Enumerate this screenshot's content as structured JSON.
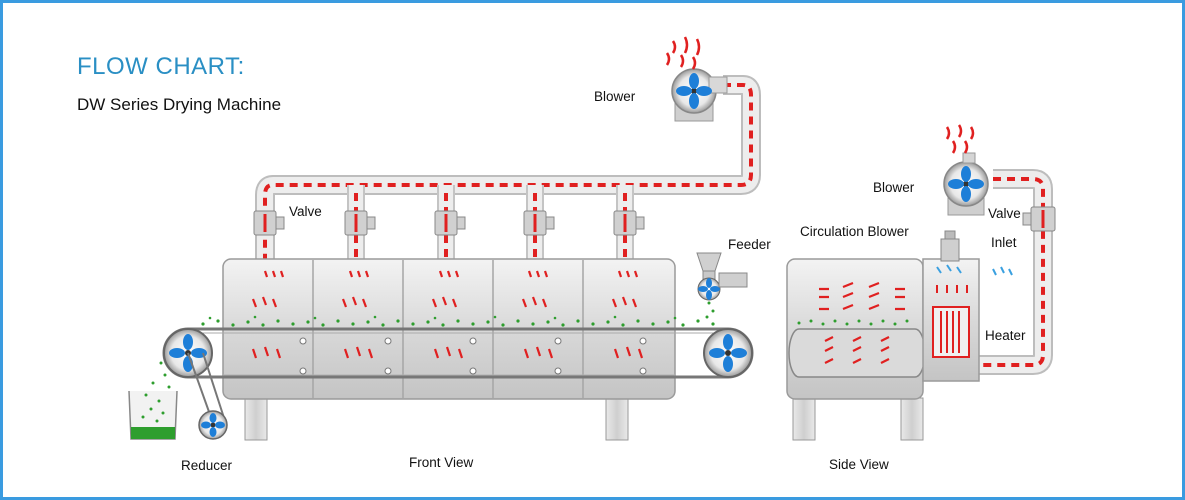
{
  "header": {
    "title": "FLOW CHART:",
    "subtitle": "DW Series Drying Machine"
  },
  "labels": {
    "blower_front": "Blower",
    "valve_front": "Valve",
    "feeder": "Feeder",
    "reducer": "Reducer",
    "front_view": "Front View",
    "blower_side": "Blower",
    "valve_side": "Valve",
    "inlet": "Inlet",
    "circulation_blower": "Circulation Blower",
    "heater": "Heater",
    "side_view": "Side View"
  },
  "colors": {
    "frame_border": "#3a9be0",
    "title": "#2a8fc4",
    "hot_air": "#e02020",
    "material": "#2e9e2e",
    "fan_blade": "#1e7fd8",
    "inlet_air": "#3aa0e0",
    "chamber": "#e2e2e2"
  }
}
